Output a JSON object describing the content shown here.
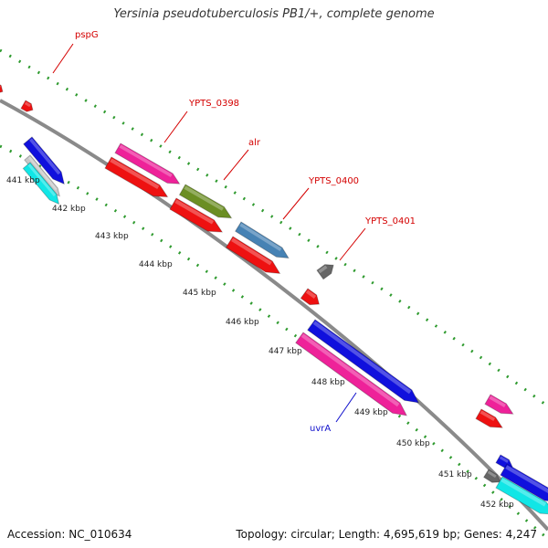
{
  "title": "Yersinia pseudotuberculosis PB1/+, complete genome",
  "footer": {
    "accession": "Accession: NC_010634",
    "summary": "Topology: circular; Length: 4,695,619 bp; Genes: 4,247"
  },
  "ticks": [
    "441 kbp",
    "442 kbp",
    "443 kbp",
    "444 kbp",
    "445 kbp",
    "446 kbp",
    "447 kbp",
    "448 kbp",
    "449 kbp",
    "450 kbp",
    "451 kbp",
    "452 kbp"
  ],
  "gene_labels": [
    {
      "text": "pspG",
      "color": "#d40000"
    },
    {
      "text": "YPTS_0398",
      "color": "#d40000"
    },
    {
      "text": "alr",
      "color": "#d40000"
    },
    {
      "text": "YPTS_0400",
      "color": "#d40000"
    },
    {
      "text": "YPTS_0401",
      "color": "#d40000"
    },
    {
      "text": "uvrA",
      "color": "#1010cc"
    }
  ],
  "colors": {
    "backbone": "#8a8a8a",
    "dots": "#2e9a2e",
    "cds": "#ee1111",
    "hotpink": "#ee2299",
    "olive": "#6b8e23",
    "steelblue": "#4682b4",
    "gray": "#666666",
    "blue": "#1010dd",
    "cyan": "#11e6e6",
    "lightgray": "#c8c8c8",
    "pink": "#f08080"
  }
}
